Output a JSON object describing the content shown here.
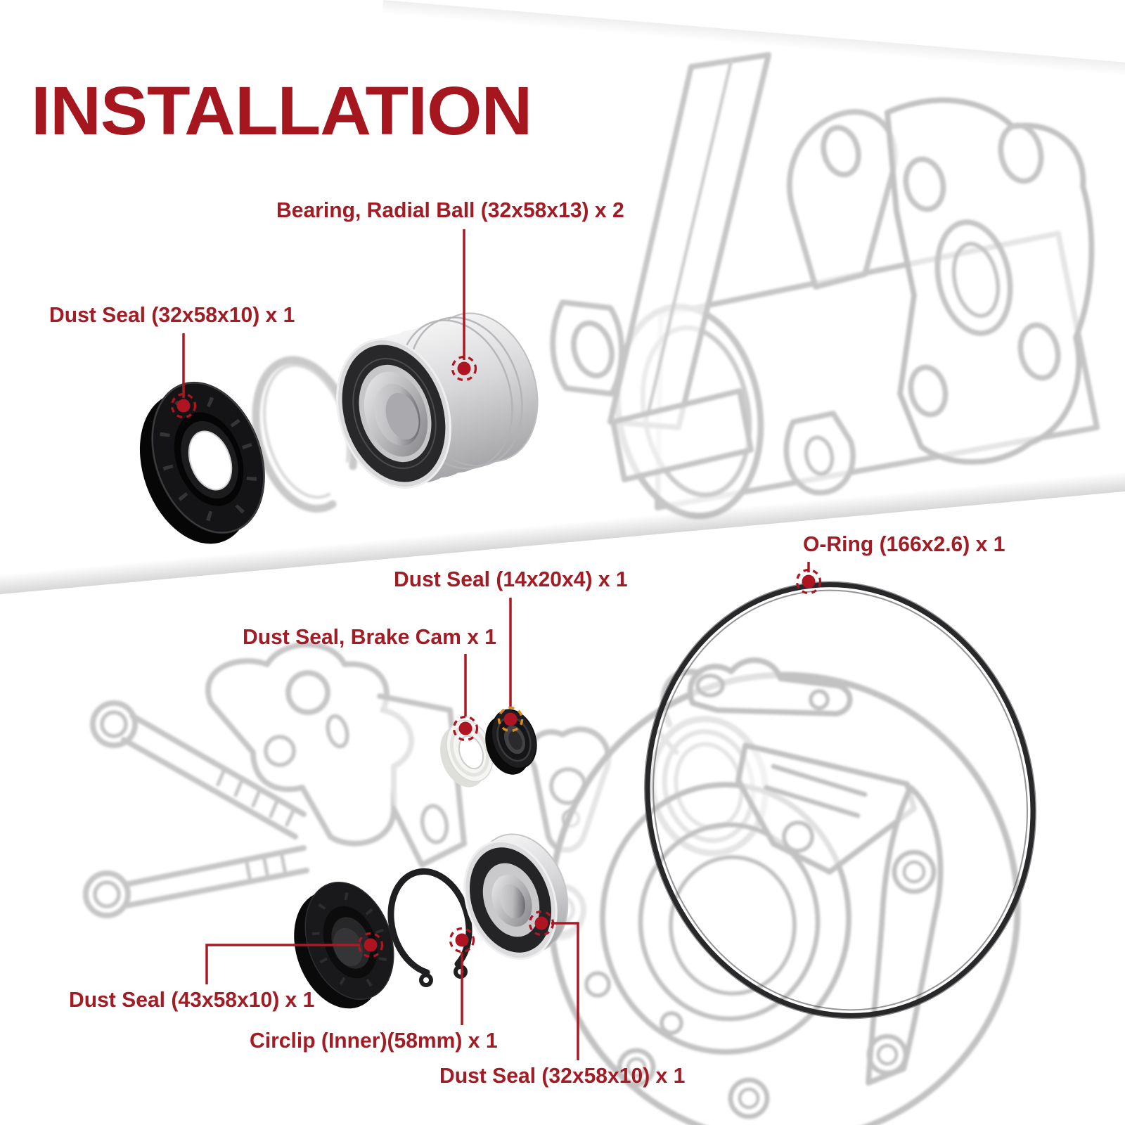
{
  "title": "INSTALLATION",
  "colors": {
    "title_red": "#A5161E",
    "label_red": "#A11C24",
    "callout_red": "#AE1421",
    "callout_orange": "#D9891E",
    "sketch_gray": "#C6C6C6",
    "part_black": "#141416",
    "oring_black": "#28282A"
  },
  "callouts": [
    {
      "id": "bearing-radial-ball",
      "label": "Bearing, Radial Ball (32x58x13) x 2"
    },
    {
      "id": "dust-seal-32x58x10-top",
      "label": "Dust Seal (32x58x10) x 1"
    },
    {
      "id": "o-ring-166x2.6",
      "label": "O-Ring (166x2.6) x 1"
    },
    {
      "id": "dust-seal-14x20x4",
      "label": "Dust Seal (14x20x4) x 1"
    },
    {
      "id": "dust-seal-brake-cam",
      "label": "Dust Seal, Brake Cam x 1"
    },
    {
      "id": "dust-seal-43x58x10",
      "label": "Dust Seal (43x58x10) x 1"
    },
    {
      "id": "circlip-inner-58mm",
      "label": "Circlip (Inner)(58mm) x 1"
    },
    {
      "id": "dust-seal-32x58x10-bottom",
      "label": "Dust Seal (32x58x10) x 1"
    }
  ]
}
